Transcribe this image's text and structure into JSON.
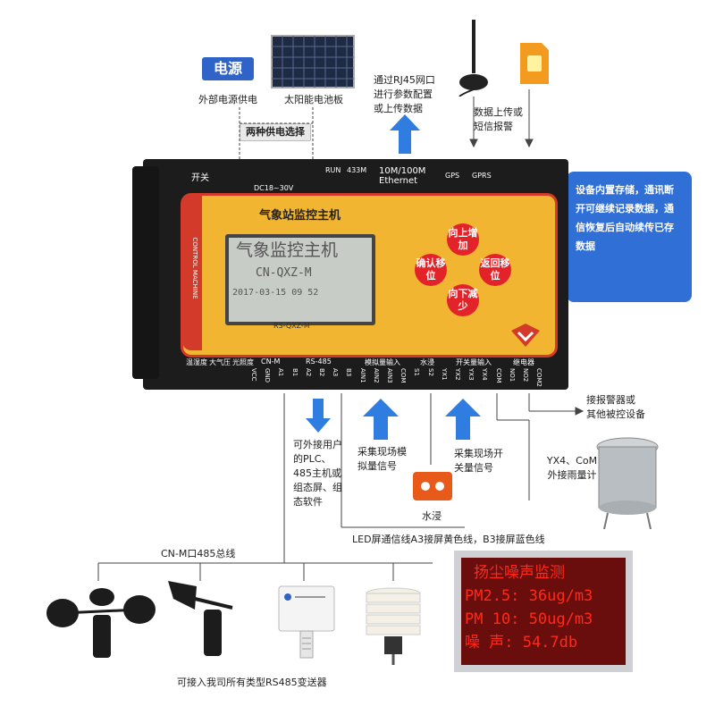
{
  "power": {
    "title": "电源",
    "external_label": "外部电源供电",
    "solar_label": "太阳能电池板",
    "choice_label": "两种供电选择"
  },
  "network": {
    "rj45_note": "通过RJ45网口\n进行参数配置\n或上传数据"
  },
  "upload": {
    "sms_note": "数据上传或\n短信报警"
  },
  "callout": {
    "text": "设备内置存储，通讯断开可继续记录数据，通信恢复后自动续传已存数据"
  },
  "device": {
    "title": "气象站监控主机",
    "side_label": "CONTROL MACHINE",
    "lcd_line1": "气象监控主机",
    "lcd_line2": "CN-QXZ-M",
    "lcd_line3": "2017-03-15 09 52",
    "lcd_model": "RS-QXZ-M",
    "btn_up": "向上增加",
    "btn_confirm": "确认移位",
    "btn_back": "返回移位",
    "btn_down": "向下减少",
    "top_switch": "开关",
    "top_dc": "DC18~30V",
    "top_run": "RUN",
    "top_433": "433M",
    "top_eth": "10M/100M\nEthernet",
    "top_gps": "GPS",
    "top_gprs": "GPRS",
    "bottom_groups": [
      "温湿度",
      "大气压",
      "光照度",
      "CN-M",
      "RS-485",
      "模拟量输入",
      "水浸",
      "开关量输入",
      "继电器"
    ],
    "pins": [
      "VCC",
      "GND",
      "A1",
      "B1",
      "A2",
      "B2",
      "A3",
      "B3",
      "AIN1",
      "AIN2",
      "AIN3",
      "COM",
      "S1",
      "S2",
      "YX1",
      "YX2",
      "YX3",
      "YX4",
      "COM",
      "NO1",
      "NO2",
      "COM2"
    ]
  },
  "annotations": {
    "alarm_note": "接报警器或\n其他被控设备",
    "plc_note": "可外接用户的PLC、485主机或组态屏、组态软件",
    "analog_note": "采集现场模\n拟量信号",
    "switch_note": "采集现场开\n关量信号",
    "rain_note": "YX4、CoM\n外接雨量计",
    "water_label": "水浸",
    "led_line_note": "LED屏通信线A3接屏黄色线，B3接屏蓝色线",
    "bus_label": "CN-M口485总线",
    "rs485_note": "可接入我司所有类型RS485变送器"
  },
  "led_screen": {
    "rows": [
      "扬尘噪声监测",
      "PM2.5: 36ug/m3",
      "PM 10: 50ug/m3",
      "噪 声:  54.7db"
    ]
  },
  "colors": {
    "accent_blue": "#2f63c7",
    "device_yellow": "#f2b531",
    "device_red": "#d43a2a",
    "led_red": "#ff2a1a"
  }
}
